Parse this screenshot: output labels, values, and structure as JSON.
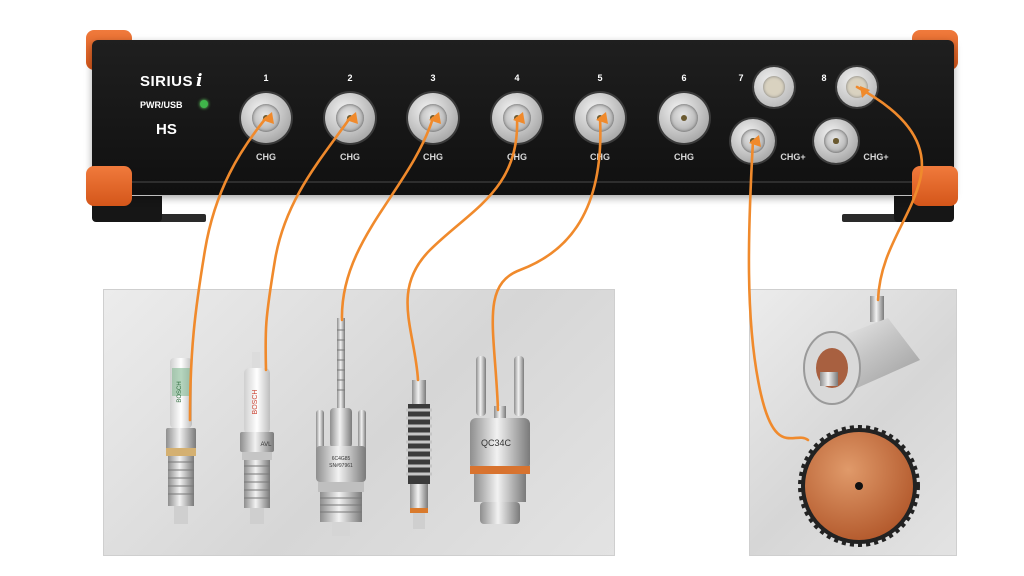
{
  "device": {
    "brand": "SIRIUS",
    "brand_mark": "i",
    "power_label": "PWR/USB",
    "model": "HS",
    "colors": {
      "body": "#161616",
      "bumper": "#e8692e",
      "led": "#3fb64a",
      "cable": "#f08a2c"
    }
  },
  "channels": [
    {
      "number": "1",
      "label": "CHG"
    },
    {
      "number": "2",
      "label": "CHG"
    },
    {
      "number": "3",
      "label": "CHG"
    },
    {
      "number": "4",
      "label": "CHG"
    },
    {
      "number": "5",
      "label": "CHG"
    },
    {
      "number": "6",
      "label": "CHG"
    },
    {
      "number": "7",
      "label": "CHG+"
    },
    {
      "number": "8",
      "label": "CHG+"
    }
  ],
  "sensors": {
    "spark_plug_1_text": "BOSCH",
    "spark_plug_2_brand": "BOSCH",
    "spark_plug_2_text": "AVL",
    "mounted_sensor_text": "6C4G85",
    "mounted_sensor_text2": "SN#97961",
    "cooled_sensor_text": "QC34C"
  },
  "icons": [
    "bnc-connector-icon",
    "lemo-connector-icon",
    "spark-plug-icon",
    "pressure-sensor-icon",
    "encoder-icon",
    "trigger-wheel-icon"
  ]
}
